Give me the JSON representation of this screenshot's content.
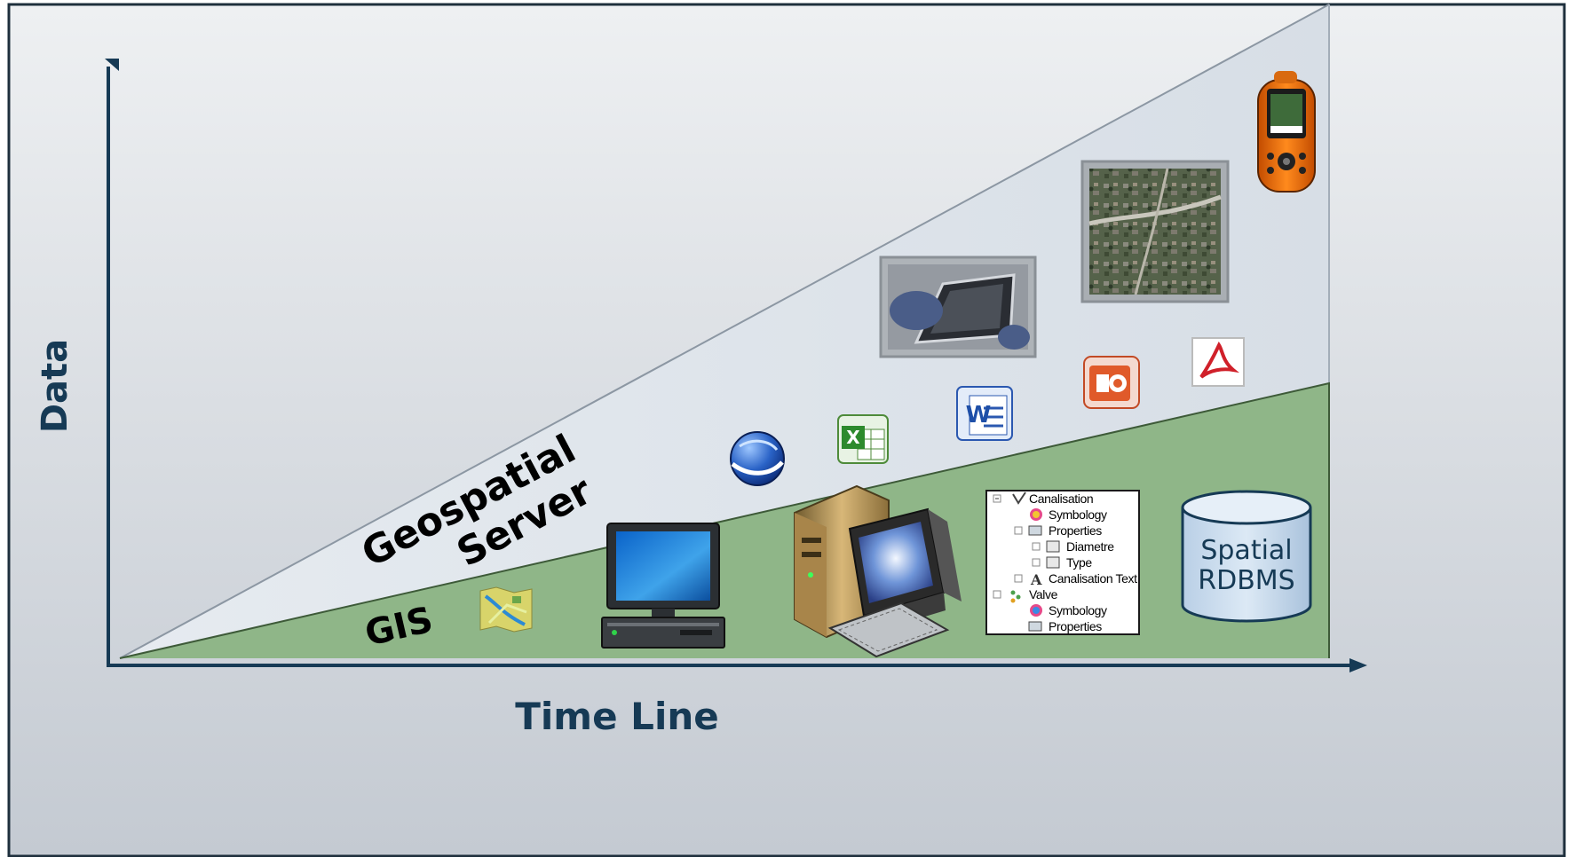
{
  "axes": {
    "y_label": "Data",
    "x_label": "Time Line"
  },
  "bands": {
    "outer_label_line1": "Geospatial",
    "outer_label_line2": "Server",
    "inner_label": "GIS"
  },
  "layer_tree": {
    "items": [
      {
        "label": "Canalisation"
      },
      {
        "label": "Symbology"
      },
      {
        "label": "Properties"
      },
      {
        "label": "Diametre"
      },
      {
        "label": "Type"
      },
      {
        "label": "Canalisation Text"
      },
      {
        "label": "Valve"
      },
      {
        "label": "Symbology"
      },
      {
        "label": "Properties"
      }
    ]
  },
  "database": {
    "line1": "Spatial",
    "line2": "RDBMS"
  },
  "icons": [
    "paper-map-icon",
    "desktop-computer-icon",
    "workstation-computer-icon",
    "google-earth-icon",
    "excel-icon",
    "word-icon",
    "powerpoint-icon",
    "pdf-icon",
    "tablet-photo",
    "aerial-imagery-photo",
    "gps-device-icon",
    "database-cylinder-icon"
  ],
  "colors": {
    "axis": "#163a55",
    "gis_band": "#8fb688",
    "server_band": "#dfe5ec",
    "background": "#dde1e6"
  }
}
